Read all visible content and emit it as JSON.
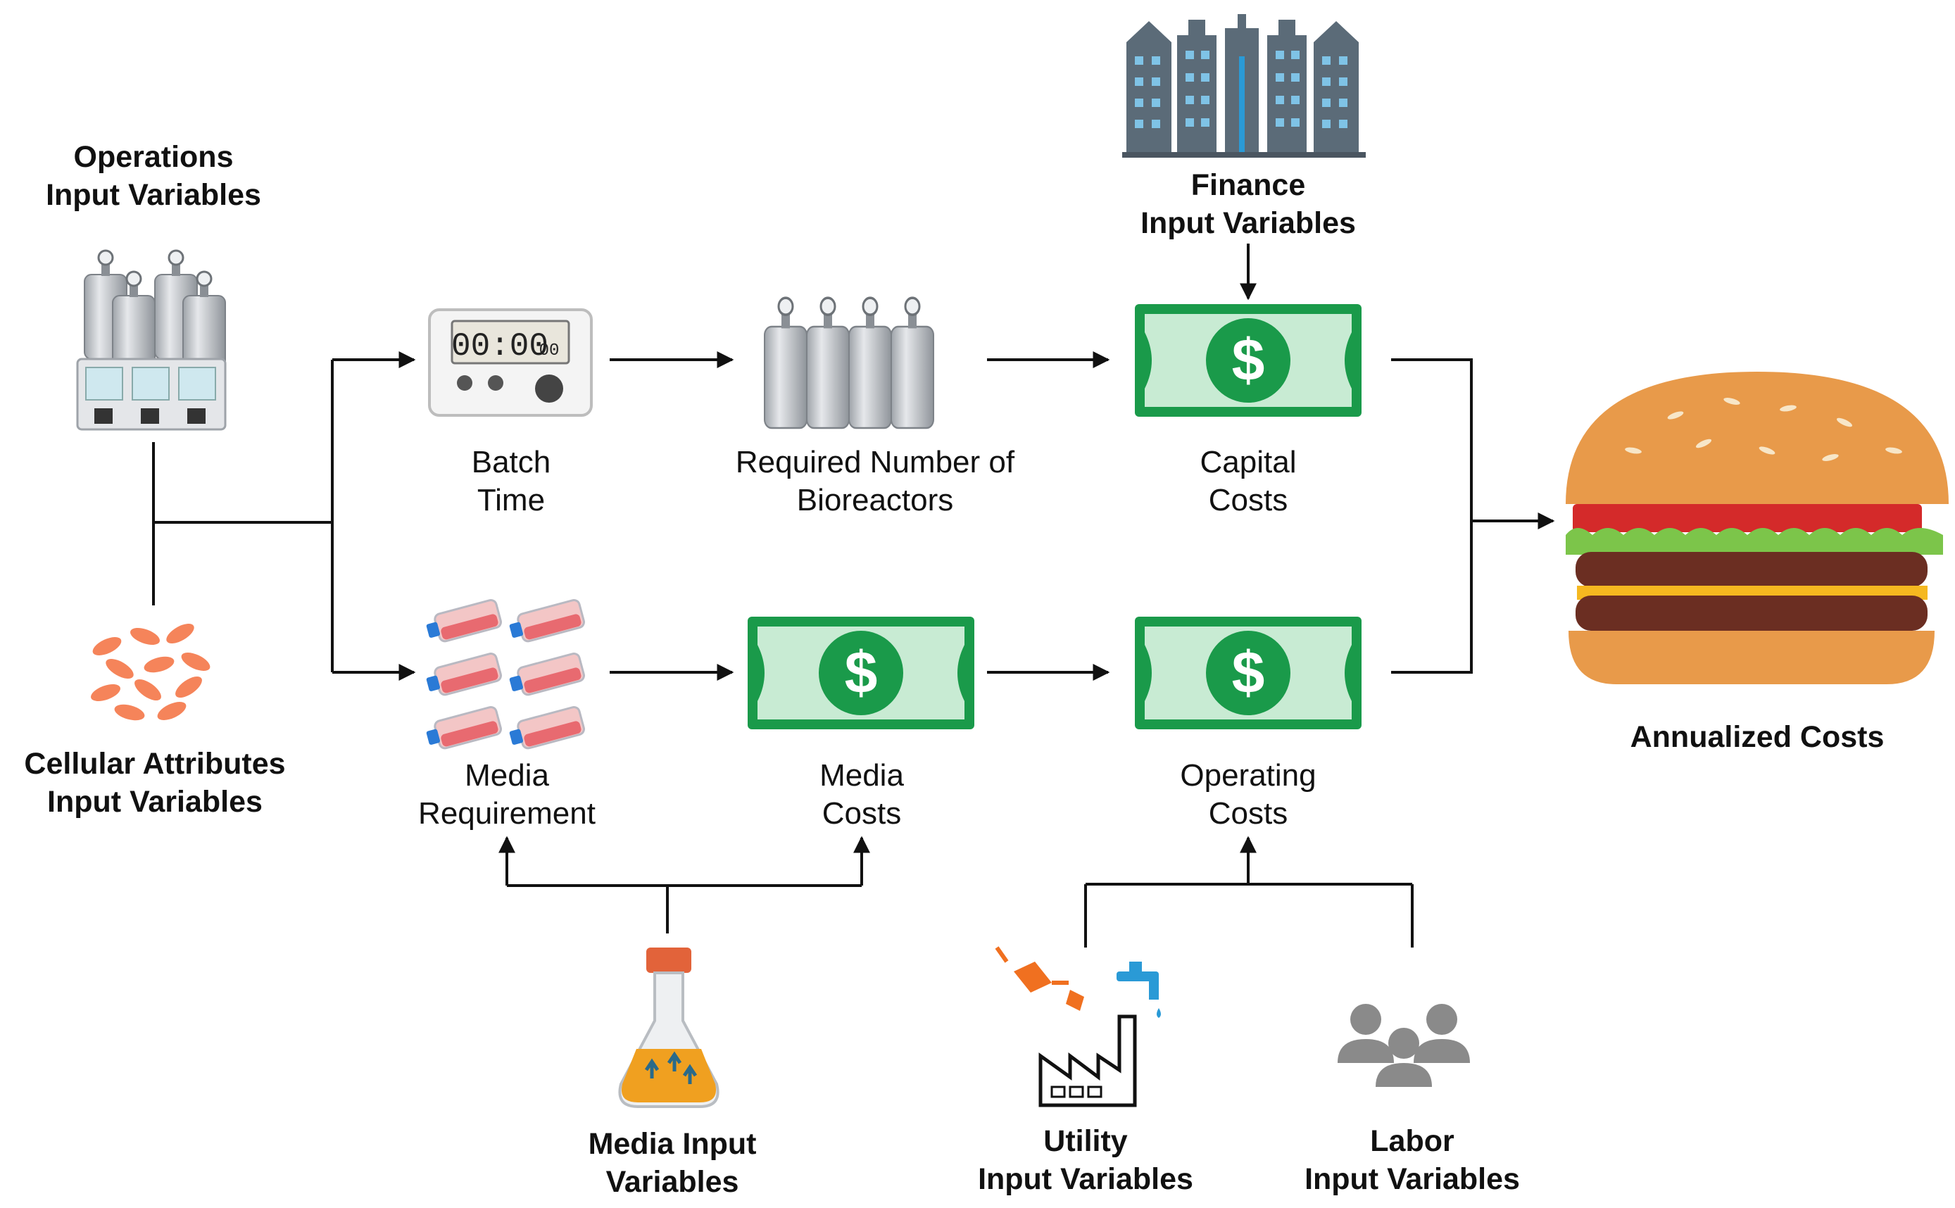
{
  "nodes": {
    "operations_input": {
      "line1": "Operations",
      "line2": "Input Variables"
    },
    "cellular_input": {
      "line1": "Cellular Attributes",
      "line2": "Input Variables"
    },
    "batch_time": {
      "line1": "Batch",
      "line2": "Time"
    },
    "bioreactors": {
      "line1": "Required Number of",
      "line2": "Bioreactors"
    },
    "finance_input": {
      "line1": "Finance",
      "line2": "Input Variables"
    },
    "capital_costs": {
      "line1": "Capital",
      "line2": "Costs"
    },
    "media_requirement": {
      "line1": "Media",
      "line2": "Requirement"
    },
    "media_costs": {
      "line1": "Media",
      "line2": "Costs"
    },
    "operating_costs": {
      "line1": "Operating",
      "line2": "Costs"
    },
    "annualized_costs": {
      "line1": "Annualized Costs"
    },
    "media_input": {
      "line1": "Media Input",
      "line2": "Variables"
    },
    "utility_input": {
      "line1": "Utility",
      "line2": "Input Variables"
    },
    "labor_input": {
      "line1": "Labor",
      "line2": "Input Variables"
    }
  },
  "timer": {
    "display": "00:00",
    "subseconds": "00"
  },
  "money_symbol": "$",
  "colors": {
    "money_green": "#1a9a4a",
    "money_light": "#c8ebd3",
    "bun": "#e89a4a",
    "patty": "#6b2e22",
    "cheese": "#f5b820",
    "lettuce": "#7cc54a",
    "tomato": "#d42a2a",
    "steel": "#b8bcc2",
    "building": "#5b6b78",
    "cells": "#f5845a",
    "flask_media": "#f0a020",
    "people": "#8a8a8a",
    "tap_blue": "#2a9ad6",
    "plug_orange": "#f07020"
  },
  "icons": {
    "operations": "bioreactor-cluster-icon",
    "cells": "cells-icon",
    "timer": "timer-icon",
    "bioreactors": "bioreactor-tanks-icon",
    "finance": "city-buildings-icon",
    "money": "dollar-bill-icon",
    "flasks": "culture-flasks-icon",
    "burger": "burger-icon",
    "media": "media-flask-icon",
    "utility": "factory-utility-icon",
    "labor": "people-icon"
  }
}
